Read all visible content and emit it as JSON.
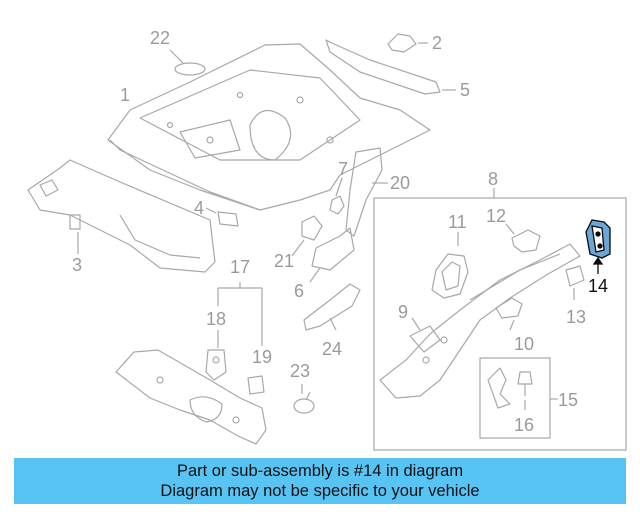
{
  "callouts": {
    "c1": "1",
    "c2": "2",
    "c3": "3",
    "c4": "4",
    "c5": "5",
    "c6": "6",
    "c7": "7",
    "c8": "8",
    "c9": "9",
    "c10": "10",
    "c11": "11",
    "c12": "12",
    "c13": "13",
    "c14": "14",
    "c15": "15",
    "c16": "16",
    "c17": "17",
    "c18": "18",
    "c19": "19",
    "c20": "20",
    "c21": "21",
    "c22": "22",
    "c23": "23",
    "c24": "24"
  },
  "highlight_part": "14",
  "colors": {
    "line": "#a8a8a8",
    "highlight": "#0a0a0a",
    "banner": "#58c4f3",
    "accent_fill": "#4a90c2"
  },
  "banner": {
    "line1": "Part or sub-assembly is #14 in diagram",
    "line2": "Diagram may not be specific to your vehicle"
  }
}
